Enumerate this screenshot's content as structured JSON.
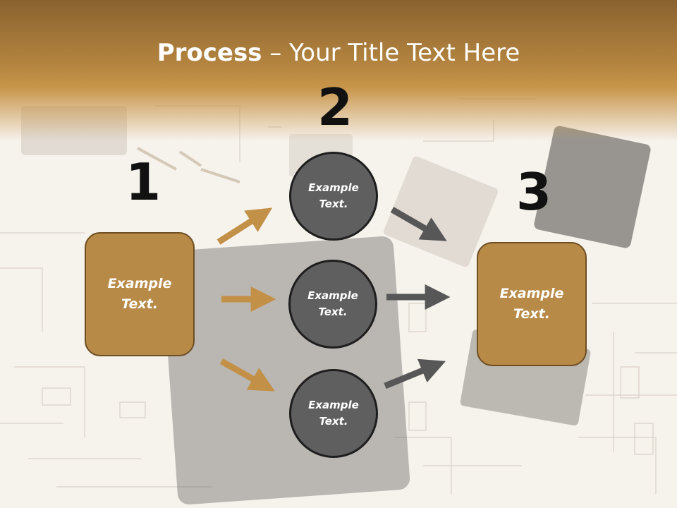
{
  "title": {
    "bold": "Process",
    "rest": " – Your Title Text Here"
  },
  "steps": {
    "one": "1",
    "two": "2",
    "three": "3"
  },
  "left_box": {
    "line1": "Example",
    "line2": "Text."
  },
  "right_box": {
    "line1": "Example",
    "line2": "Text."
  },
  "circles": [
    {
      "line1": "Example",
      "line2": "Text."
    },
    {
      "line1": "Example",
      "line2": "Text."
    },
    {
      "line1": "Example",
      "line2": "Text."
    }
  ],
  "colors": {
    "gold": "#b88a47",
    "gray": "#5f5f5f",
    "arrow_gold": "#c39048",
    "arrow_gray": "#575757"
  }
}
